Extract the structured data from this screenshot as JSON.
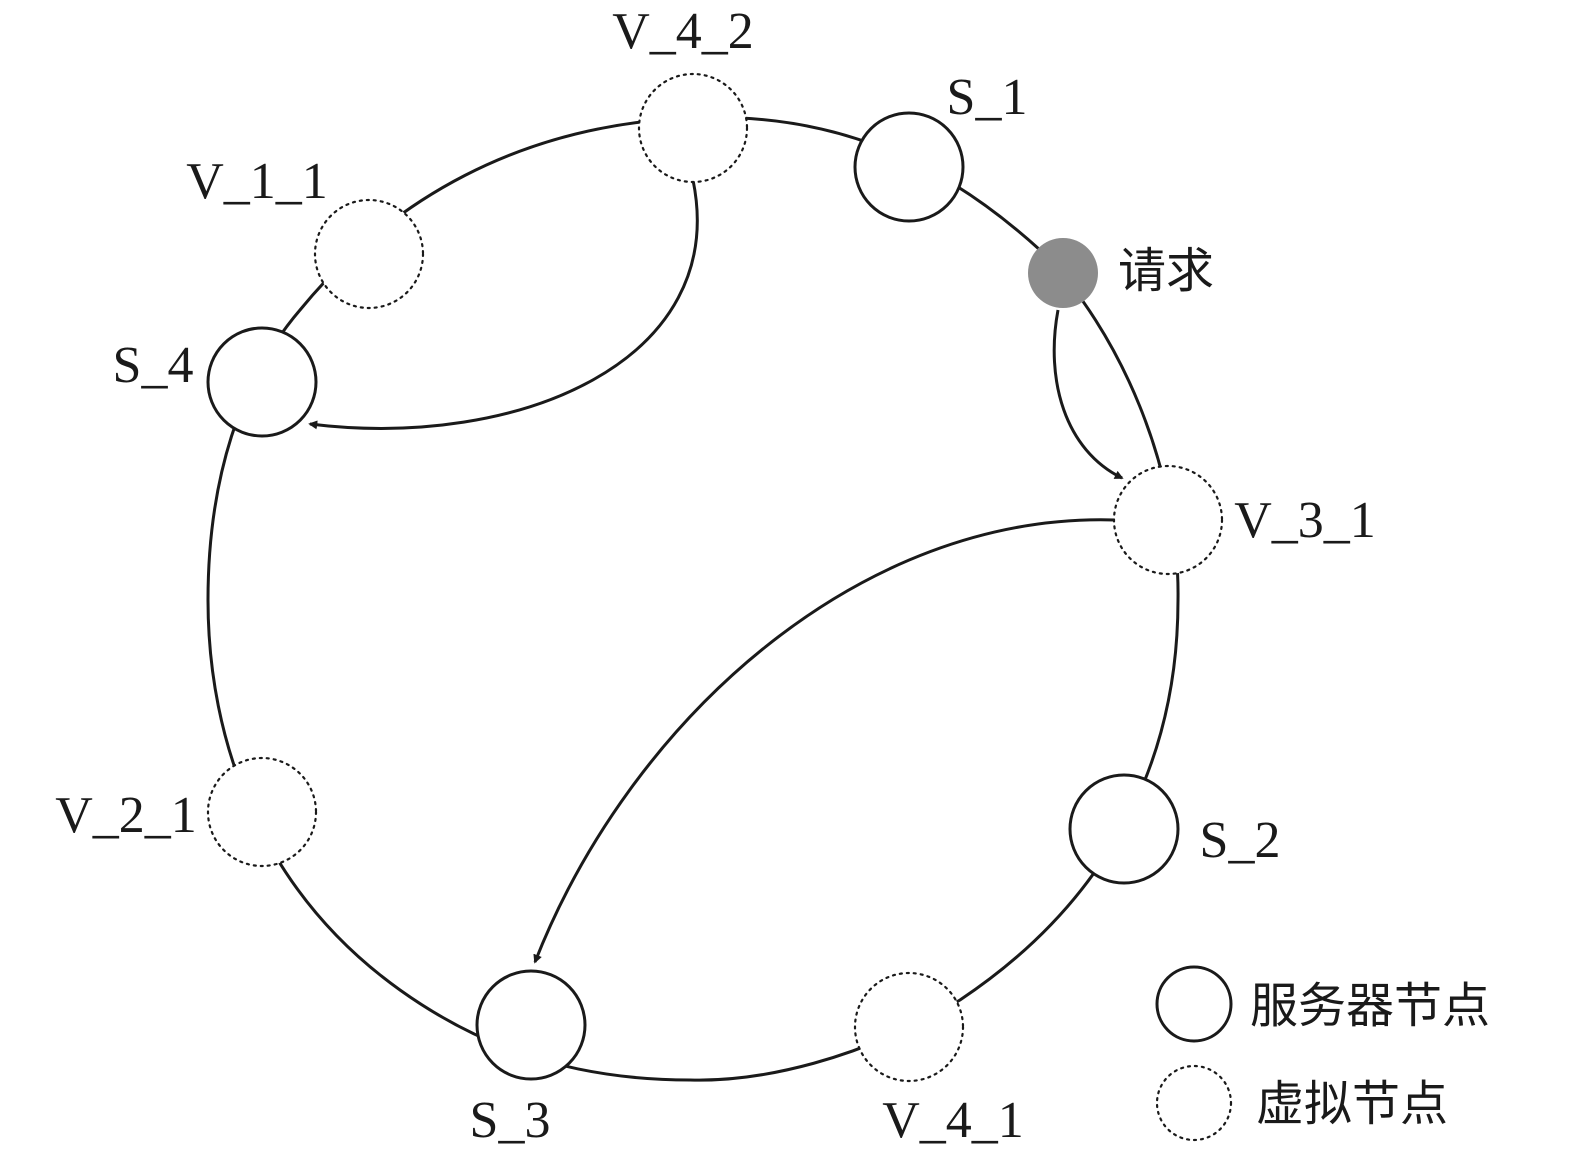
{
  "nodes": {
    "s1": "S_1",
    "s2": "S_2",
    "s3": "S_3",
    "s4": "S_4",
    "v11": "V_1_1",
    "v21": "V_2_1",
    "v31": "V_3_1",
    "v41": "V_4_1",
    "v42": "V_4_2"
  },
  "request_label": "请求",
  "legend": {
    "server": "服务器节点",
    "virtual": "虚拟节点"
  },
  "colors": {
    "request_fill": "#8c8c8c",
    "stroke": "#1a1a1a"
  }
}
